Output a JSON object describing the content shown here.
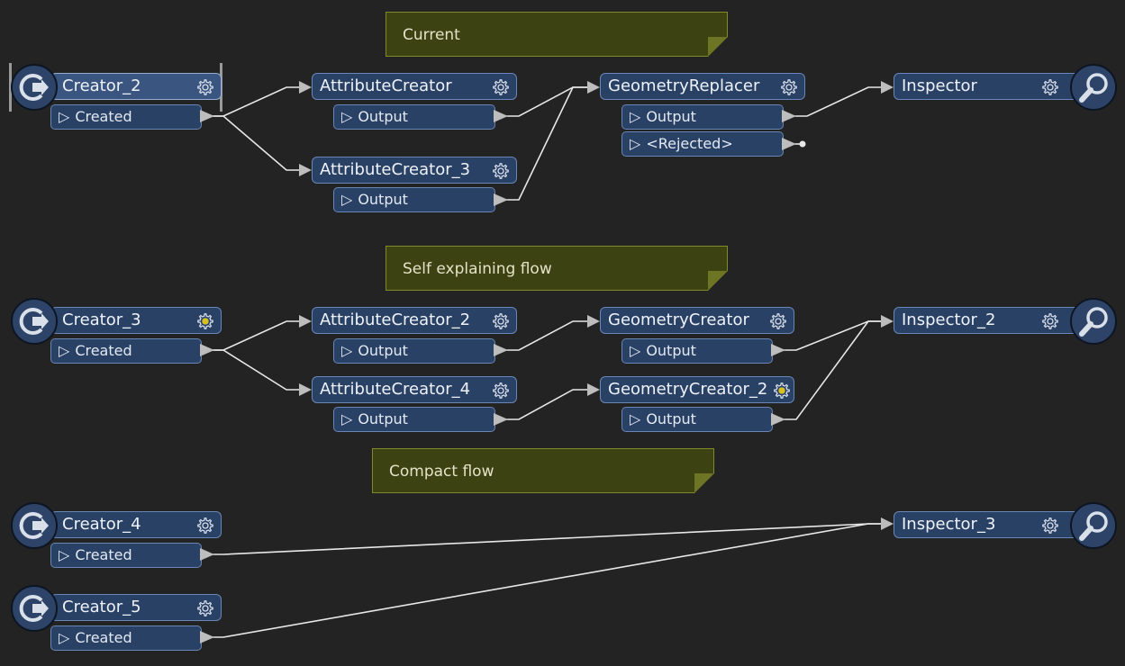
{
  "annotations": {
    "current": "Current",
    "self_explaining": "Self explaining flow",
    "compact": "Compact flow"
  },
  "nodes": {
    "creator_2": {
      "name": "Creator_2",
      "port": "Created"
    },
    "attributecreator": {
      "name": "AttributeCreator",
      "port": "Output"
    },
    "attributecreator_3": {
      "name": "AttributeCreator_3",
      "port": "Output"
    },
    "geometryreplacer": {
      "name": "GeometryReplacer",
      "port_output": "Output",
      "port_rejected": "<Rejected>"
    },
    "inspector": {
      "name": "Inspector"
    },
    "creator_3": {
      "name": "Creator_3",
      "port": "Created"
    },
    "attributecreator_2": {
      "name": "AttributeCreator_2",
      "port": "Output"
    },
    "attributecreator_4": {
      "name": "AttributeCreator_4",
      "port": "Output"
    },
    "geometrycreator": {
      "name": "GeometryCreator",
      "port": "Output"
    },
    "geometrycreator_2": {
      "name": "GeometryCreator_2",
      "port": "Output"
    },
    "inspector_2": {
      "name": "Inspector_2"
    },
    "creator_4": {
      "name": "Creator_4",
      "port": "Created"
    },
    "creator_5": {
      "name": "Creator_5",
      "port": "Created"
    },
    "inspector_3": {
      "name": "Inspector_3"
    }
  },
  "icons": {
    "creator": "creator-icon",
    "inspector": "magnifier-icon",
    "gear": "gear-icon",
    "gear_modified": "gear-modified-icon",
    "port_triangle": "output-port-triangle-icon"
  },
  "colors": {
    "canvas": "#232323",
    "node_fill": "#2a4166",
    "node_border": "#6986b4",
    "annotation_fill": "#3d4212",
    "wire": "#e8e8e8",
    "gear_modified_dot": "#d8c21a"
  }
}
